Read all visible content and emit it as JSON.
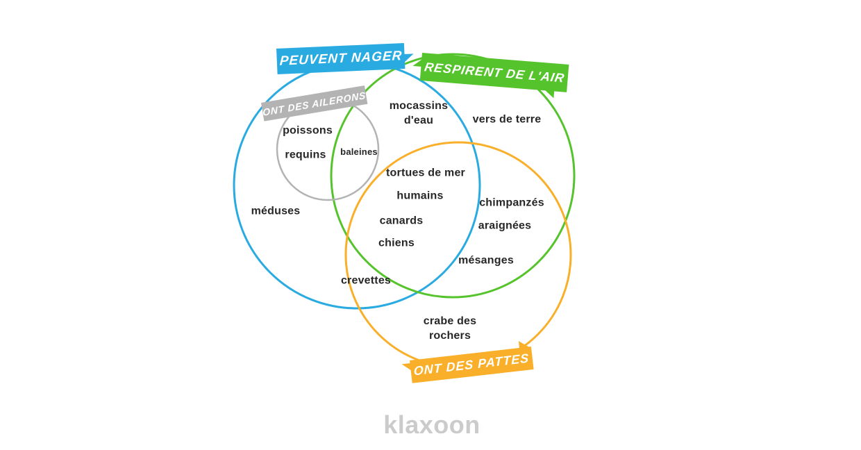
{
  "diagram": {
    "type": "venn",
    "sets": [
      {
        "id": "nager",
        "label": "PEUVENT NAGER",
        "color": "#29ABE2"
      },
      {
        "id": "air",
        "label": "RESPIRENT DE L'AIR",
        "color": "#55C32B"
      },
      {
        "id": "ailerons",
        "label": "ONT DES AILERONS",
        "color": "#B3B3B3"
      },
      {
        "id": "pattes",
        "label": "ONT DES PATTES",
        "color": "#F9AF29"
      }
    ],
    "items": [
      {
        "label": "poissons",
        "sets": [
          "nager",
          "ailerons"
        ]
      },
      {
        "label": "requins",
        "sets": [
          "nager",
          "ailerons"
        ]
      },
      {
        "label": "baleines",
        "sets": [
          "nager",
          "ailerons",
          "air"
        ]
      },
      {
        "label": "méduses",
        "sets": [
          "nager"
        ]
      },
      {
        "label": "mocassins\nd'eau",
        "sets": [
          "nager",
          "air"
        ]
      },
      {
        "label": "vers de terre",
        "sets": [
          "air"
        ]
      },
      {
        "label": "tortues de mer",
        "sets": [
          "nager",
          "air",
          "pattes"
        ]
      },
      {
        "label": "humains",
        "sets": [
          "nager",
          "air",
          "pattes"
        ]
      },
      {
        "label": "canards",
        "sets": [
          "nager",
          "air",
          "pattes"
        ]
      },
      {
        "label": "chiens",
        "sets": [
          "nager",
          "air",
          "pattes"
        ]
      },
      {
        "label": "chimpanzés",
        "sets": [
          "air",
          "pattes"
        ]
      },
      {
        "label": "araignées",
        "sets": [
          "air",
          "pattes"
        ]
      },
      {
        "label": "mésanges",
        "sets": [
          "air",
          "pattes"
        ]
      },
      {
        "label": "crevettes",
        "sets": [
          "nager",
          "pattes"
        ]
      },
      {
        "label": "crabe des\nrochers",
        "sets": [
          "pattes"
        ]
      }
    ]
  },
  "footer": {
    "logo": "klaxoon"
  }
}
